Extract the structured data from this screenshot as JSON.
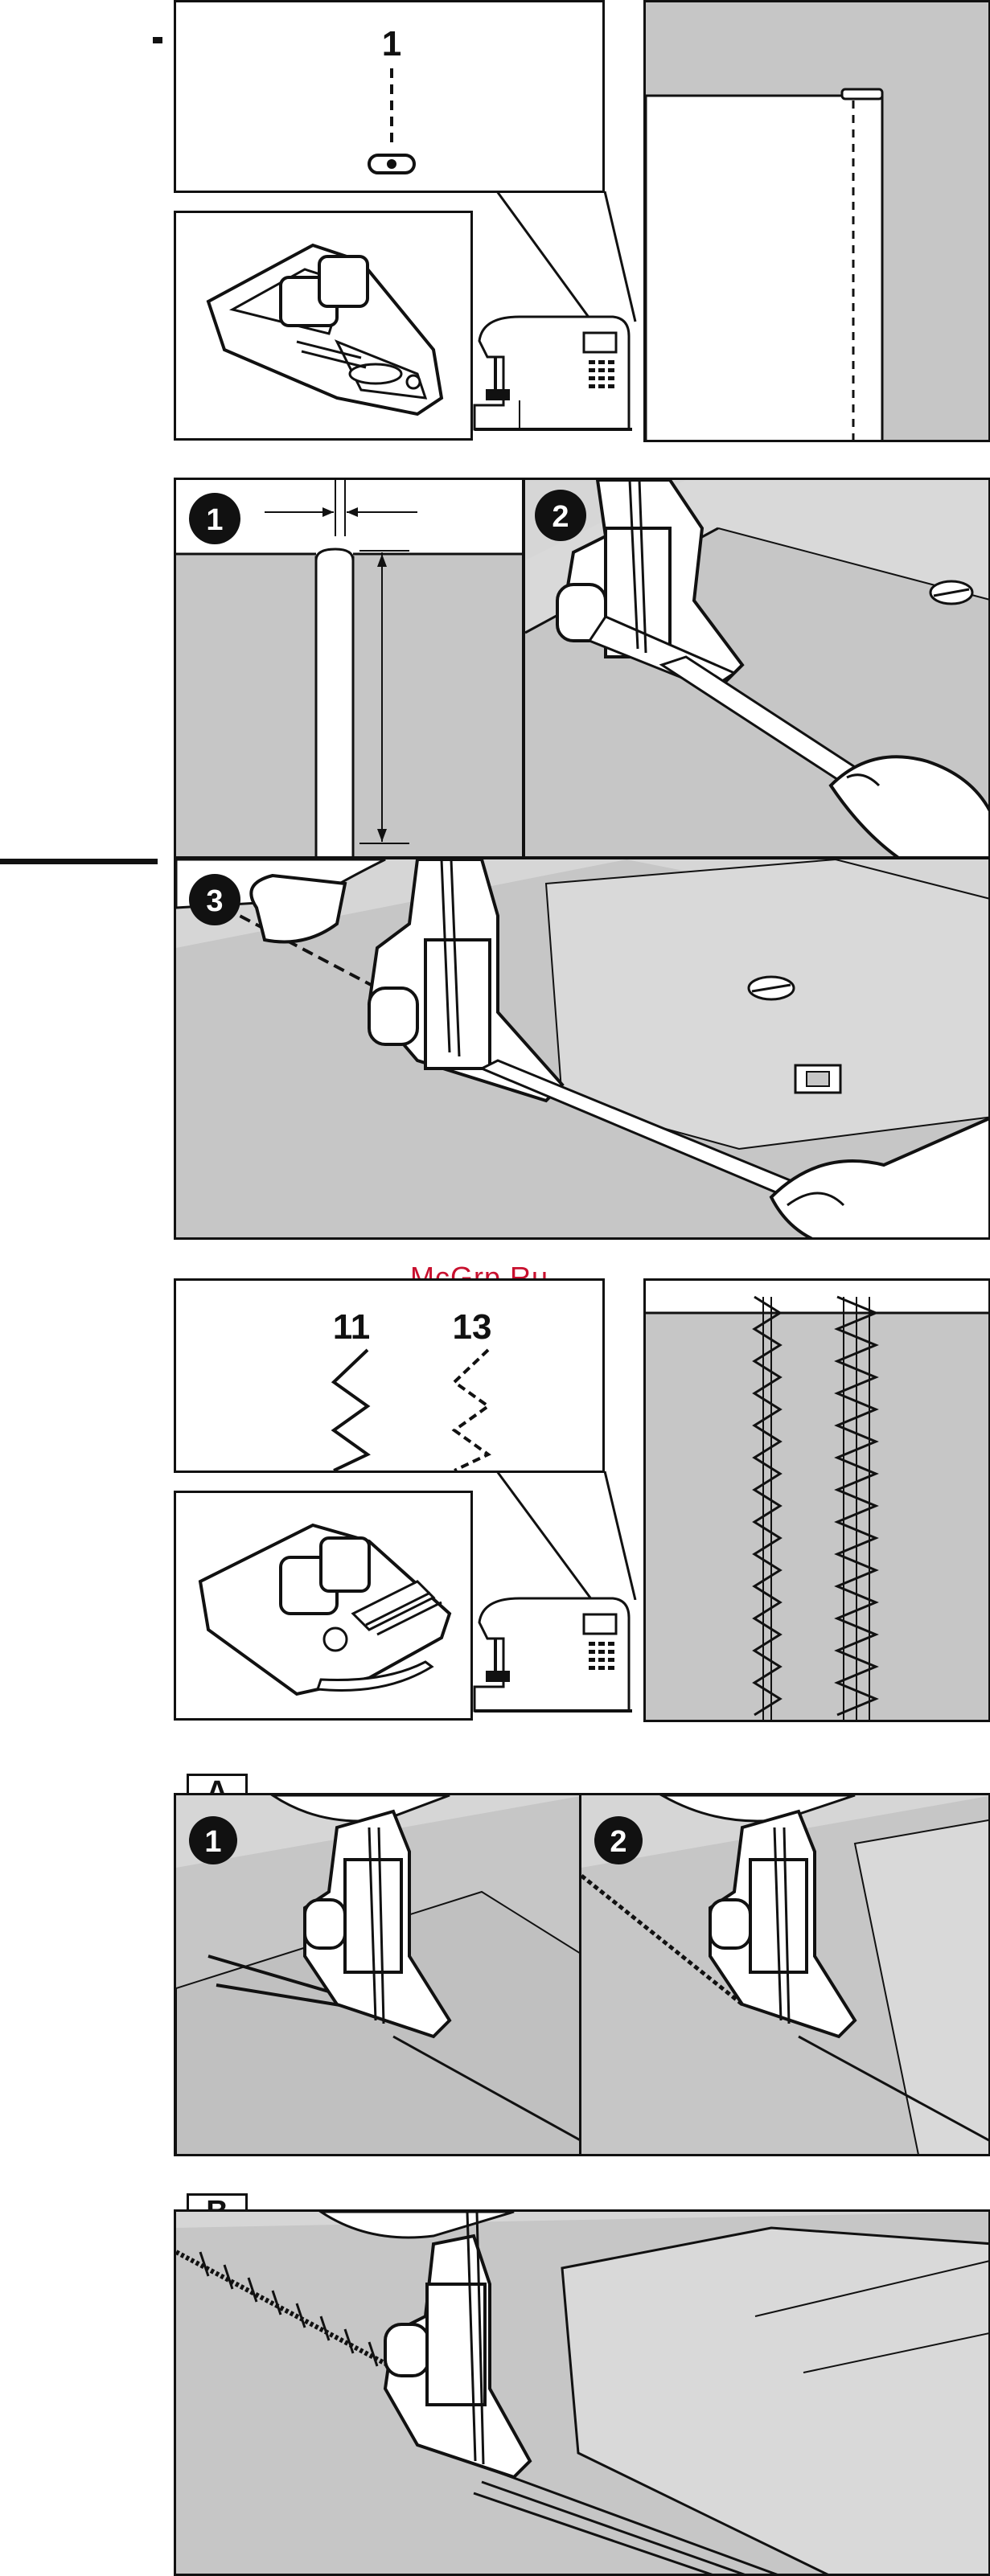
{
  "figure1": {
    "needle_position": "1"
  },
  "figure2": {
    "step_badges": [
      "1",
      "2",
      "3"
    ]
  },
  "figure3": {
    "stitch_numbers": [
      "11",
      "13"
    ]
  },
  "figure4": {
    "section_label": "A",
    "step_badges": [
      "1",
      "2"
    ]
  },
  "figure5": {
    "section_label": "B"
  },
  "watermark": "McGrp.Ru",
  "colors": {
    "fabric": "#c6c6c6",
    "line": "#111111",
    "paper": "#ffffff",
    "watermark": "#c8102e"
  }
}
